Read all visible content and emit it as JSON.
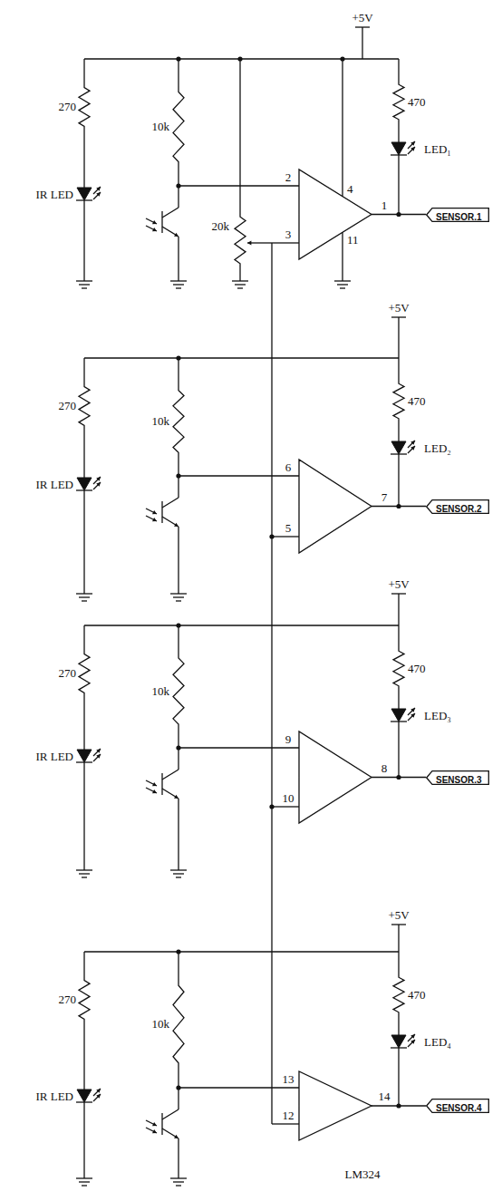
{
  "diagram": {
    "nodes": [
      {
        "text": [
          "SENSOR.1"
        ]
      },
      {
        "text": [
          "SENSOR.2"
        ]
      },
      {
        "text": [
          "SENSOR.3"
        ]
      },
      {
        "text": [
          "SENSOR.4"
        ]
      }
    ],
    "labels": [
      "+5V",
      "270",
      "IR LED",
      "10k",
      "20k",
      "470",
      "LED₁",
      "2",
      "3",
      "4",
      "11",
      "1",
      "+5V",
      "270",
      "IR LED",
      "10k",
      "470",
      "LED₂",
      "6",
      "5",
      "7",
      "+5V",
      "270",
      "IR LED",
      "10k",
      "470",
      "LED₃",
      "9",
      "10",
      "8",
      "+5V",
      "270",
      "IR LED",
      "10k",
      "470",
      "LED₄",
      "13",
      "12",
      "14",
      "LM324"
    ]
  }
}
